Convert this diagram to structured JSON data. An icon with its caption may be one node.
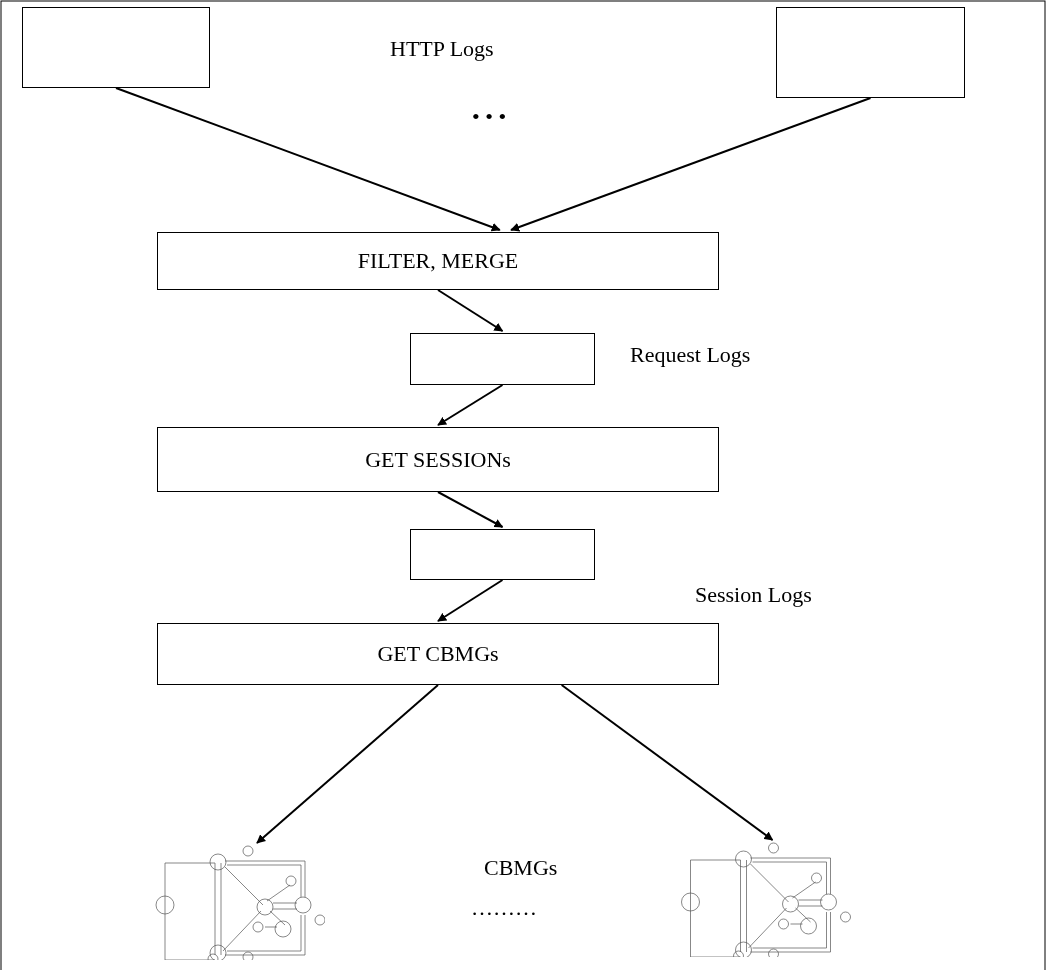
{
  "diagram": {
    "nodes": [
      {
        "text": [],
        "shape": "box"
      },
      {
        "text": [],
        "shape": "box"
      },
      {
        "text": [
          "FILTER, MERGE"
        ]
      },
      {
        "text": [],
        "shape": "box",
        "beside": [
          "Request Logs"
        ]
      },
      {
        "text": [
          "GET SESSIONs"
        ]
      },
      {
        "text": [],
        "shape": "box"
      },
      {
        "text": [
          "GET CBMGs"
        ]
      },
      {
        "text": [],
        "shape": "picture"
      },
      {
        "text": [],
        "shape": "picture"
      }
    ],
    "edges": [
      {
        "from": 0,
        "to": 2,
        "arrow": "to"
      },
      {
        "from": 1,
        "to": 2,
        "arrow": "to"
      },
      {
        "from": 2,
        "to": 3,
        "arrow": "to"
      },
      {
        "from": 3,
        "to": 4,
        "arrow": "to"
      },
      {
        "from": 4,
        "to": 5,
        "arrow": "to"
      },
      {
        "from": 5,
        "to": 6,
        "arrow": "to"
      },
      {
        "from": 6,
        "to": 7,
        "arrow": "to"
      },
      {
        "from": 6,
        "to": 8,
        "arrow": "to"
      }
    ],
    "labels": [
      "HTTP Logs",
      "• • •",
      "Session Logs",
      "CBMGs",
      "………"
    ]
  }
}
